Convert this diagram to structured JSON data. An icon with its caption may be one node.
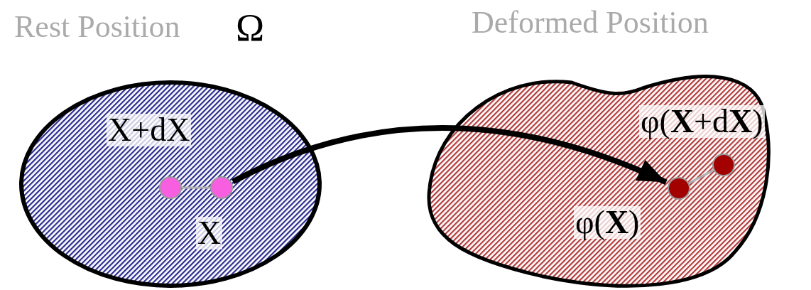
{
  "diagram": {
    "nodes": [
      {
        "text": [],
        "shape": "ellipse"
      },
      {
        "text": [],
        "shape": "circle",
        "in": 0,
        "beside": [
          "X+dX"
        ]
      },
      {
        "text": [],
        "shape": "circle",
        "in": 0,
        "beside": [
          "X"
        ]
      },
      {
        "text": [],
        "shape": "blob"
      },
      {
        "text": [],
        "shape": "circle",
        "in": 3,
        "beside": [
          "φ(**X**)"
        ]
      },
      {
        "text": [],
        "shape": "circle",
        "in": 3,
        "beside": [
          "φ(**X**+d**X**)"
        ]
      }
    ],
    "edges": [
      {
        "from": 1,
        "to": 2,
        "arrow": "none"
      },
      {
        "from": 2,
        "to": 4,
        "arrow": "to",
        "style": "thick",
        "color": "#000000"
      },
      {
        "from": 4,
        "to": 5,
        "arrow": "none"
      }
    ],
    "labels": [
      "Rest Position",
      "Ω",
      "Deformed Position"
    ]
  }
}
